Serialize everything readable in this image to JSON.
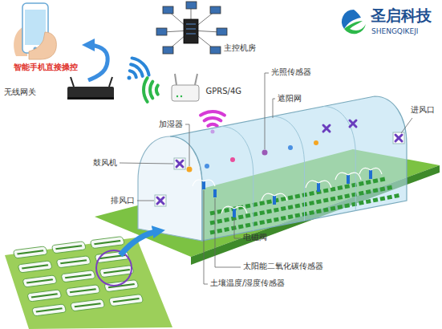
{
  "diagram": {
    "nodes": [
      {
        "text": [
          "智能手机直接操控"
        ]
      },
      {
        "text": [
          "主控机房"
        ]
      },
      {
        "text": [
          "无线网关"
        ]
      },
      {
        "text": [
          "GPRS/4G"
        ]
      }
    ],
    "edges": [
      {
        "from": 2,
        "to": 0,
        "arrow": "to"
      }
    ],
    "labels": [
      "光照传感器",
      "遮阳网",
      "进风口",
      "加湿器",
      "鼓风机",
      "排风口",
      "电磁阀",
      "太阳能二氧化碳传感器",
      "土壤温度/湿度传感器",
      "圣启科技",
      "SHENGQIKEJI"
    ]
  }
}
